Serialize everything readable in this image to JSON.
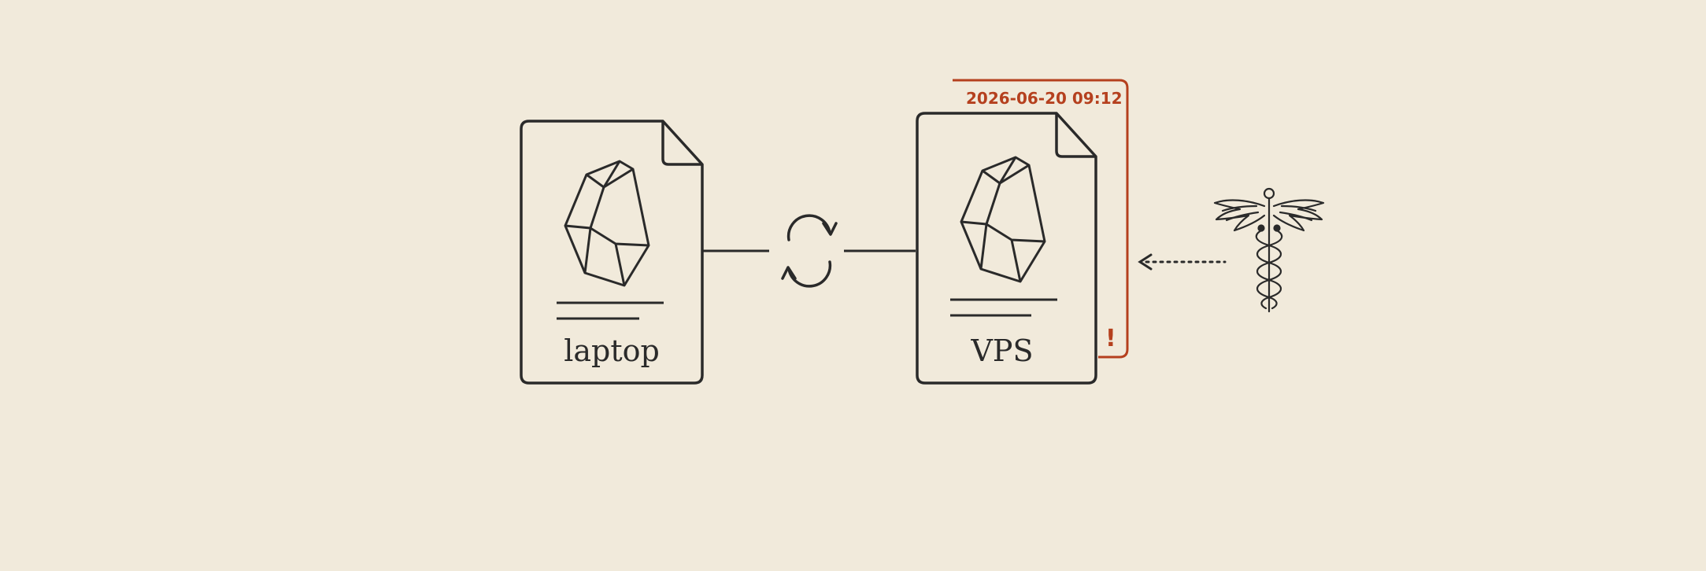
{
  "nodes": {
    "laptop": {
      "label": "laptop"
    },
    "vps": {
      "label": "VPS"
    }
  },
  "conflict": {
    "timestamp": "2026-06-20 09:12",
    "marker": "!"
  },
  "icons": {
    "file": "file-icon",
    "vault": "obsidian-crystal-icon",
    "sync": "sync-icon",
    "caduceus": "caduceus-icon",
    "arrow": "dotted-arrow-left-icon"
  },
  "colors": {
    "background": "#f1eadb",
    "ink": "#2a2a2a",
    "conflict": "#b5401e"
  }
}
